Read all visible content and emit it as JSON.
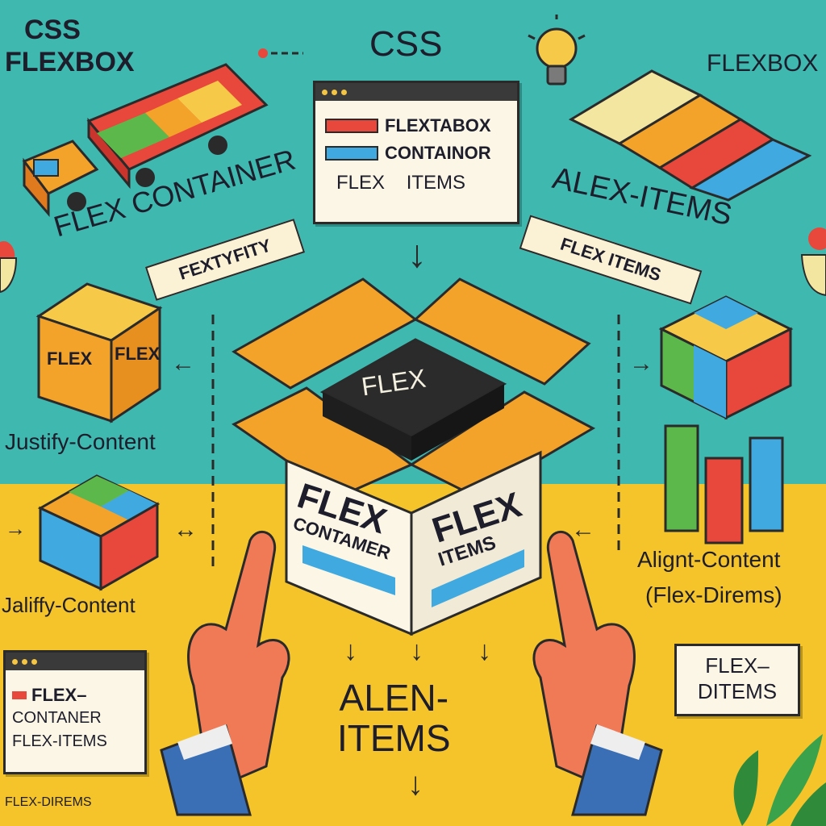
{
  "labels": {
    "top_left_title_1": "CSS",
    "top_left_title_2": "FLEXBOX",
    "top_center_title": "CSS",
    "top_right_title": "FLEXBOX",
    "flex_container": "FLEX CONTAINER",
    "alex_items": "ALEX-ITEMS",
    "ribbon_left": "FEXTYFITY",
    "ribbon_right": "FLEX ITEMS",
    "cube_left_1": "FLEX",
    "cube_left_2": "FLEX",
    "justify_content": "Justify-Content",
    "jauffy_content": "Jaliffy-Content",
    "box_lid": "FLEX",
    "box_left_1": "FLEX",
    "box_left_2": "CONTAMER",
    "box_right_1": "FLEX",
    "box_right_2": "ITEMS",
    "align_content": "Alignt-Content",
    "flex_direms_right": "(Flex-Direms)",
    "sign_right": "FLEX–\nDITEMS",
    "bottom_center": "ALEN-\nITEMS",
    "bottom_left_footer": "FLEX-DIREMS"
  },
  "center_window": {
    "line1": "FLEXTABOX",
    "line2": "CONTAINOR",
    "line3": "FLEX    ITEMS"
  },
  "left_window": {
    "line1": "FLEX–",
    "line2": "CONTANER",
    "line3": "FLEX-ITEMS"
  },
  "colors": {
    "teal_bg": "#3fb8b0",
    "yellow_bg": "#f5c42b",
    "box_orange": "#f3a22a",
    "accent_red": "#e8483c",
    "accent_blue": "#3fa9e0",
    "accent_green": "#5cb84a"
  },
  "icons": [
    "lightbulb-icon",
    "truck-icon",
    "open-box-icon",
    "hand-icon",
    "plant-icon",
    "pin-icon"
  ]
}
